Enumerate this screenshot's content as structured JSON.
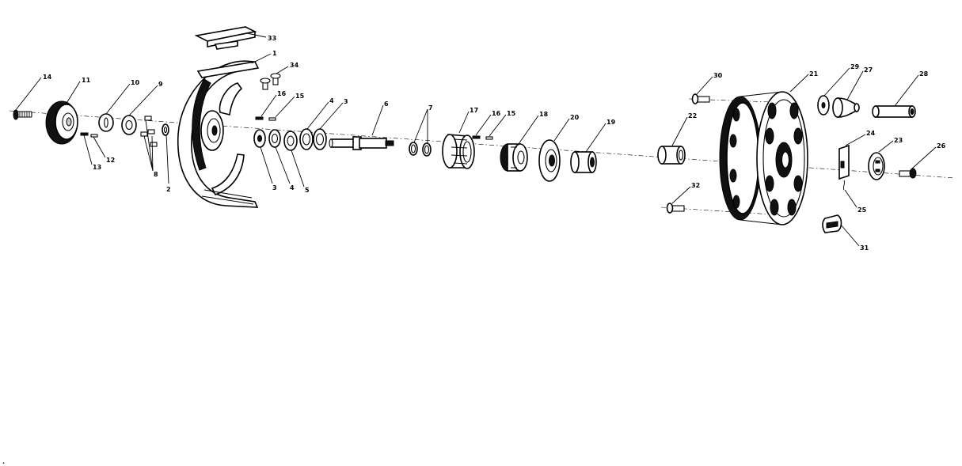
{
  "diagram": {
    "part_labels": [
      "1",
      "2",
      "3",
      "3",
      "4",
      "4",
      "5",
      "6",
      "7",
      "8",
      "9",
      "10",
      "11",
      "12",
      "13",
      "14",
      "15",
      "15",
      "16",
      "16",
      "17",
      "18",
      "19",
      "20",
      "21",
      "22",
      "23",
      "24",
      "25",
      "26",
      "27",
      "28",
      "29",
      "30",
      "31",
      "32",
      "33",
      "34"
    ],
    "corner_mark": "."
  }
}
